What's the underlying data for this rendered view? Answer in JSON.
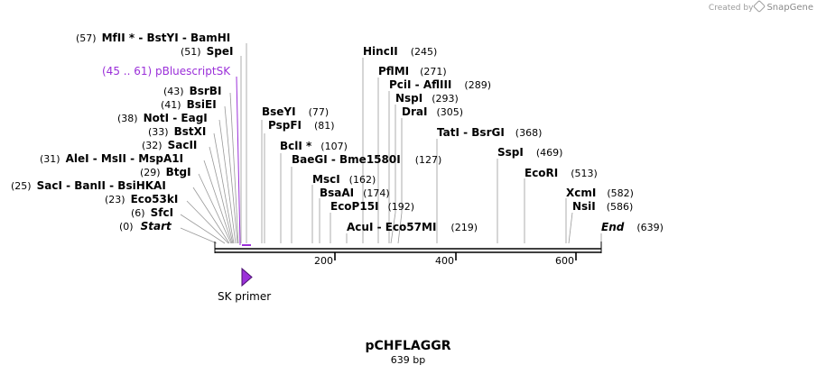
{
  "credit": {
    "prefix": "Created by",
    "brand": "SnapGene"
  },
  "title": "pCHFLAGGR",
  "subtitle": "639 bp",
  "ticks": [
    "200",
    "400",
    "600"
  ],
  "feature": {
    "label": "(45 .. 61)  pBluescriptSK",
    "color": "#9b30d9"
  },
  "primer": {
    "label": "SK primer",
    "color": "#9b30d9"
  },
  "sites": [
    {
      "pos": "(57)",
      "name": "MfII * - BstYI - BamHI"
    },
    {
      "pos": "(51)",
      "name": "SpeI"
    },
    {
      "pos": "(43)",
      "name": "BsrBI"
    },
    {
      "pos": "(41)",
      "name": "BsiEI"
    },
    {
      "pos": "(38)",
      "name": "NotI - EagI"
    },
    {
      "pos": "(33)",
      "name": "BstXI"
    },
    {
      "pos": "(32)",
      "name": "SacII"
    },
    {
      "pos": "(31)",
      "name": "AleI - MsII - MspA1I"
    },
    {
      "pos": "(29)",
      "name": "BtgI"
    },
    {
      "pos": "(25)",
      "name": "SacI - BanII - BsiHKAI"
    },
    {
      "pos": "(23)",
      "name": "Eco53kI"
    },
    {
      "pos": "(6)",
      "name": "SfcI"
    },
    {
      "pos": "(0)",
      "name": "Start"
    },
    {
      "pos": "(77)",
      "name": "BseYI"
    },
    {
      "pos": "(81)",
      "name": "PspFI"
    },
    {
      "pos": "(107)",
      "name": "BclI *"
    },
    {
      "pos": "(127)",
      "name": "BaeGI - Bme1580I"
    },
    {
      "pos": "(162)",
      "name": "MscI"
    },
    {
      "pos": "(174)",
      "name": "BsaAI"
    },
    {
      "pos": "(192)",
      "name": "EcoP15I"
    },
    {
      "pos": "(219)",
      "name": "AcuI - Eco57MI"
    },
    {
      "pos": "(245)",
      "name": "HincII"
    },
    {
      "pos": "(271)",
      "name": "PflMI"
    },
    {
      "pos": "(289)",
      "name": "PciI - AflIII"
    },
    {
      "pos": "(293)",
      "name": "NspI"
    },
    {
      "pos": "(305)",
      "name": "DraI"
    },
    {
      "pos": "(368)",
      "name": "TatI - BsrGI"
    },
    {
      "pos": "(469)",
      "name": "SspI"
    },
    {
      "pos": "(513)",
      "name": "EcoRI"
    },
    {
      "pos": "(582)",
      "name": "XcmI"
    },
    {
      "pos": "(586)",
      "name": "NsiI"
    },
    {
      "pos": "(639)",
      "name": "End"
    }
  ]
}
